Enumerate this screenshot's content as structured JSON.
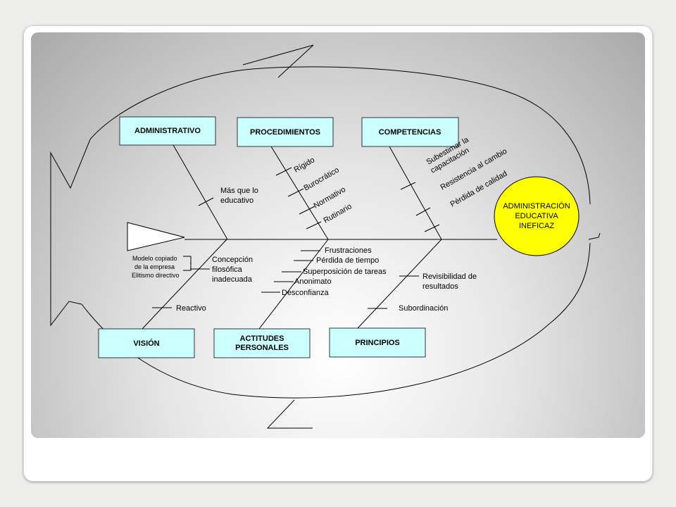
{
  "diagram": {
    "problem": [
      "ADMINISTRACIÓN",
      "EDUCATIVA",
      "INEFICAZ"
    ],
    "problem_color": "#ffff00",
    "box_color": "#ccffff",
    "categories": {
      "administrativo": {
        "label": "ADMINISTRATIVO",
        "causes": [
          "Más que lo",
          "educativo"
        ]
      },
      "procedimientos": {
        "label": "PROCEDIMIENTOS",
        "causes": [
          "Rígido",
          "Burocrático",
          "Normativo",
          "Rutinario"
        ]
      },
      "competencias": {
        "label": "COMPETENCIAS",
        "causes": [
          "Subestimar la",
          "capacitación",
          "Resistencia al cambio",
          "Pérdida de calidad"
        ]
      },
      "vision": {
        "label": "VISIÓN",
        "causes": [
          "Concepción",
          "filosófica",
          "inadecuada",
          "Reactivo"
        ],
        "sub_causes": [
          "Modelo copiado",
          "de la empresa",
          "Elitismo directivo"
        ]
      },
      "actitudes": {
        "label": [
          "ACTITUDES",
          "PERSONALES"
        ],
        "causes": [
          "Frustraciones",
          "Pérdida de tiempo",
          "Superposición de tareas",
          "Anonimato",
          "Desconfianza"
        ]
      },
      "principios": {
        "label": "PRINCIPIOS",
        "causes": [
          "Revisibilidad de",
          "resultados",
          "Subordinación"
        ]
      }
    }
  }
}
